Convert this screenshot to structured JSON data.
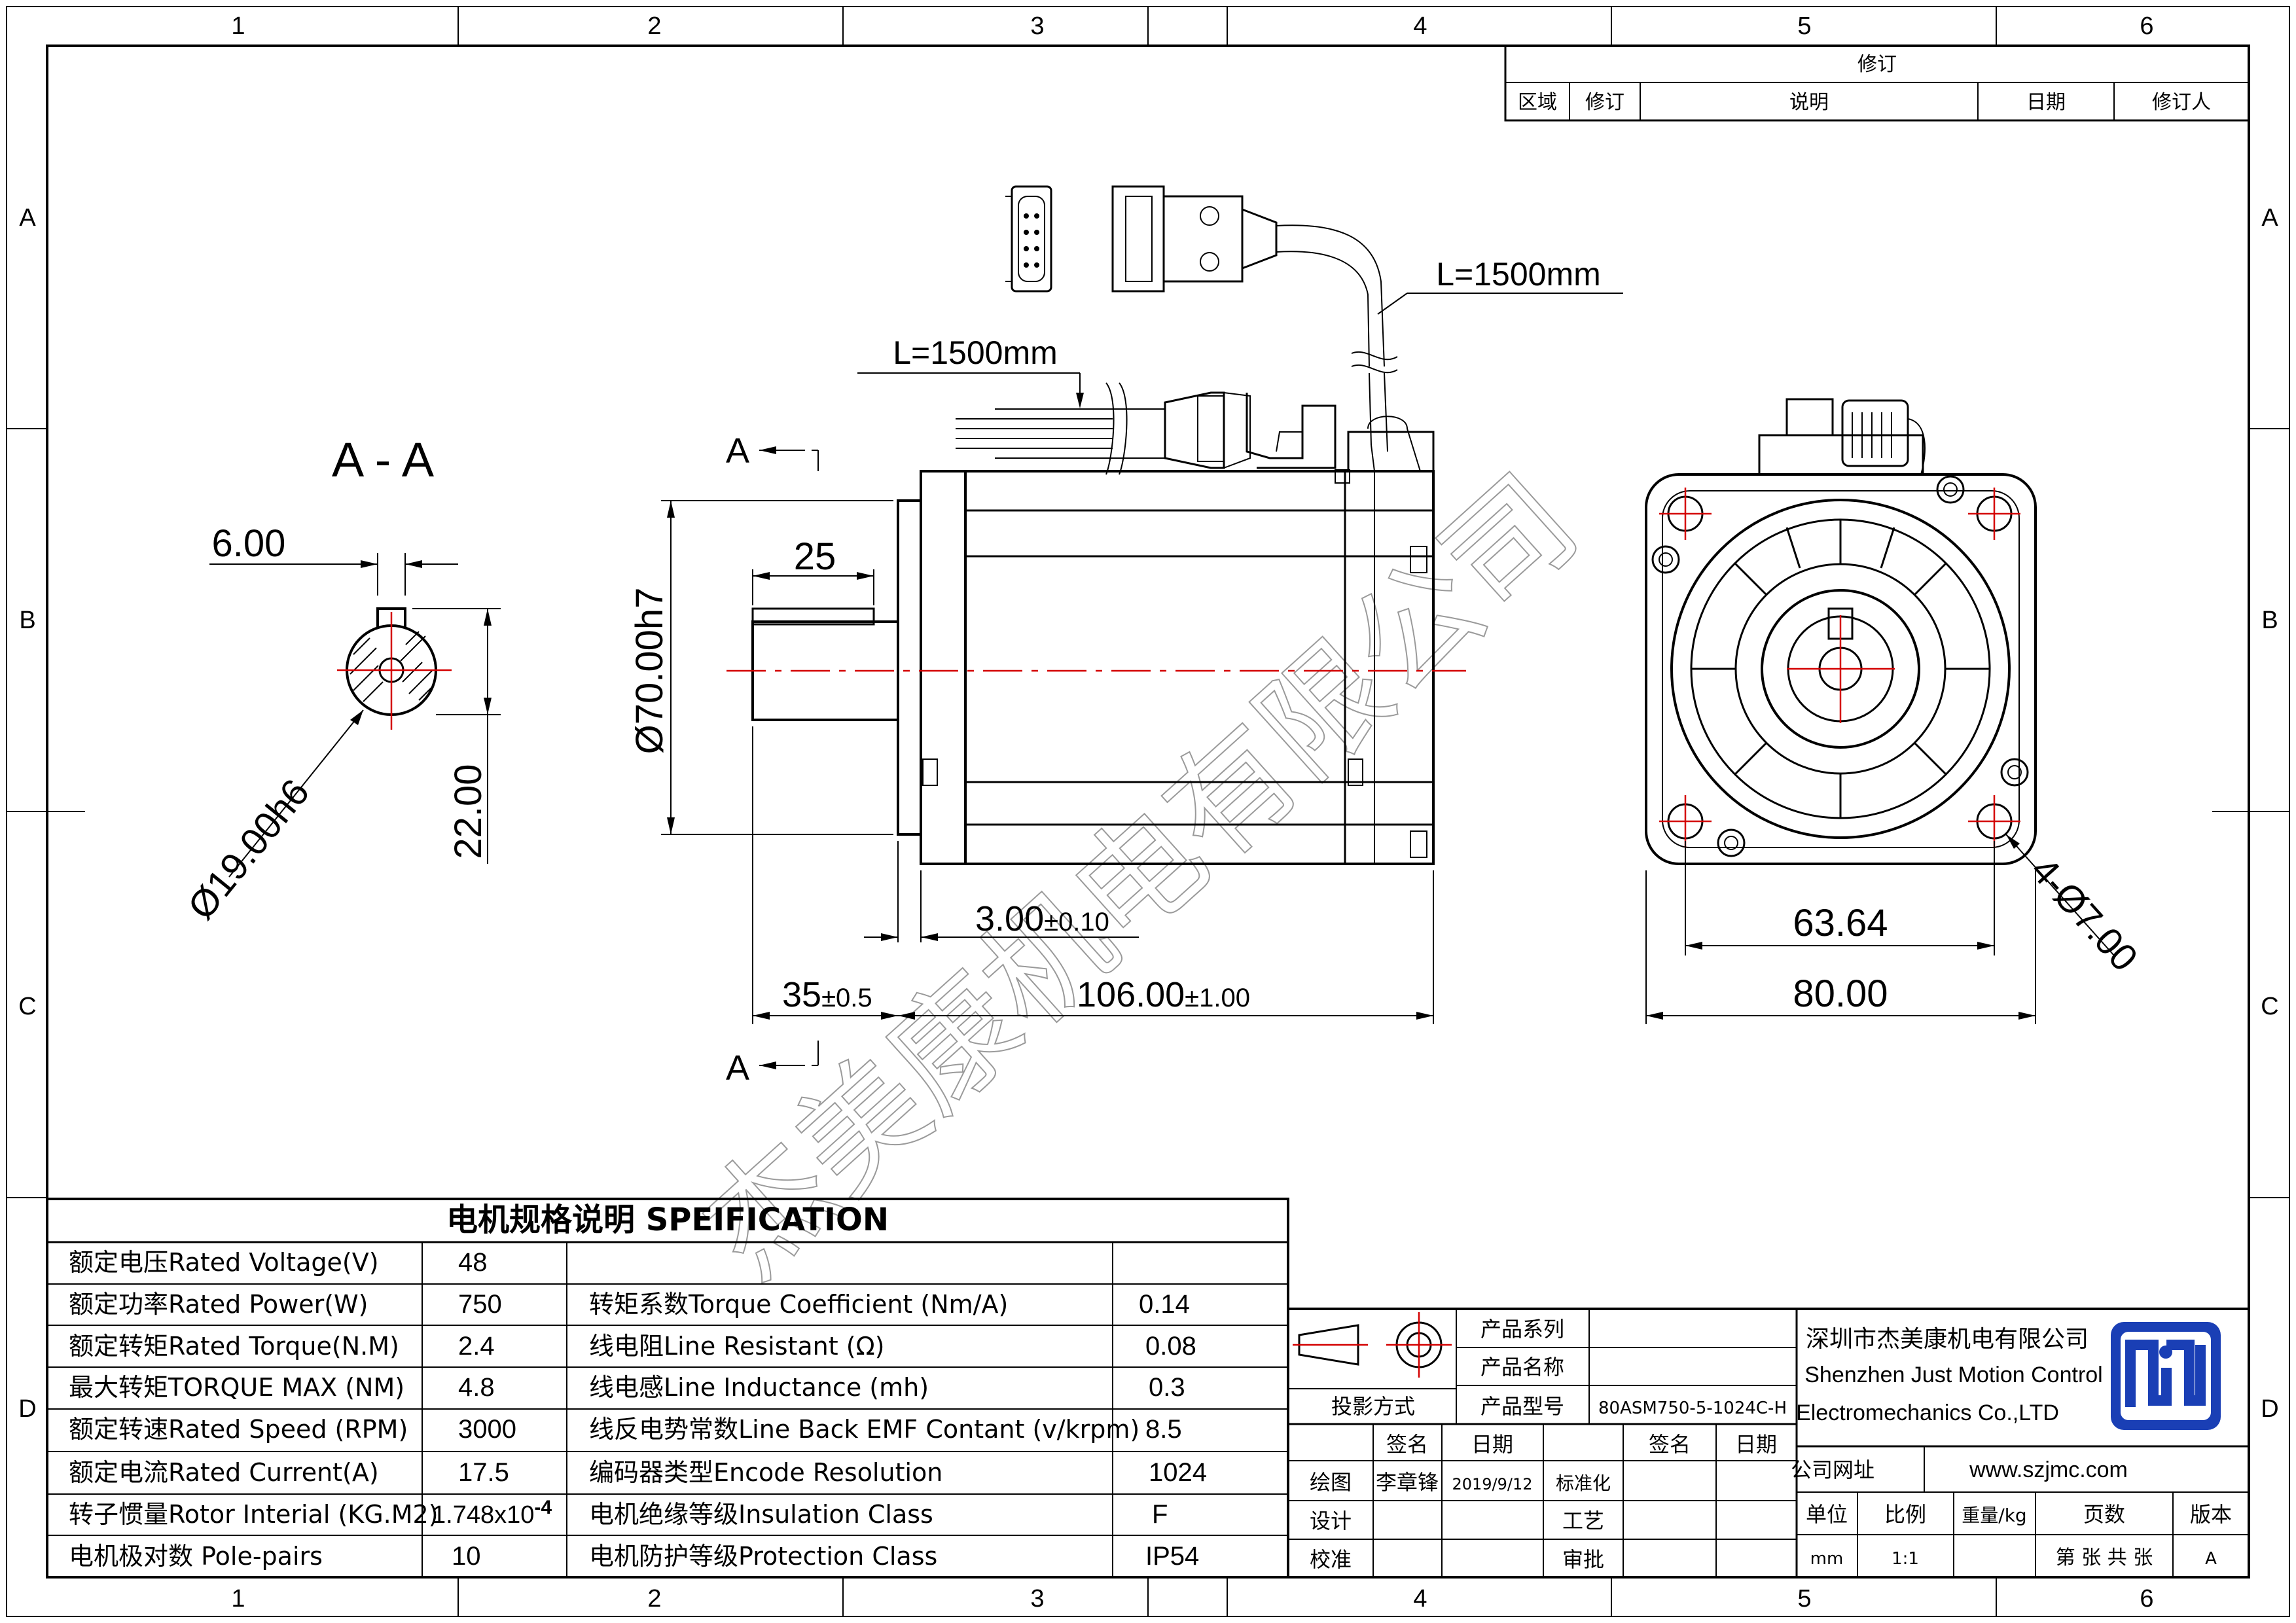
{
  "border": {
    "col_labels": [
      "1",
      "2",
      "3",
      "4",
      "5",
      "6"
    ],
    "row_labels": [
      "A",
      "B",
      "C",
      "D"
    ]
  },
  "revision": {
    "title": "修订",
    "headers": [
      "区域",
      "修订",
      "说明",
      "日期",
      "修订人"
    ]
  },
  "drawing": {
    "section_label": "A - A",
    "section_marker": "A",
    "dims": {
      "key_width": "6.00",
      "shaft_dia": "Ø19.00h6",
      "key_depth": "22.00",
      "key_length": "25",
      "pilot_dia": "Ø70.00h7",
      "cable_len_1": "L=1500mm",
      "cable_len_2": "L=1500mm",
      "flange_offset": "3.00",
      "flange_offset_tol": "±0.10",
      "shaft_len": "35",
      "shaft_len_tol": "±0.5",
      "body_len": "106.00",
      "body_len_tol": "±1.00",
      "pcd": "63.64",
      "flange_size": "80.00",
      "holes": "4-Ø7.00"
    }
  },
  "watermark": "杰美康机电有限公司",
  "spec": {
    "title": "电机规格说明 SPEIFICATION",
    "left_rows": [
      {
        "label": "额定电压Rated Voltage(V)",
        "value": "48"
      },
      {
        "label": "额定功率Rated Power(W)",
        "value": "750"
      },
      {
        "label": "额定转矩Rated Torque(N.M)",
        "value": "2.4"
      },
      {
        "label": "最大转矩TORQUE MAX (NM)",
        "value": "4.8"
      },
      {
        "label": "额定转速Rated Speed (RPM)",
        "value": "3000"
      },
      {
        "label": "额定电流Rated Current(A)",
        "value": "17.5"
      },
      {
        "label": "转子惯量Rotor Interial (KG.M2)",
        "value": "1.748x10",
        "sup": "-4"
      },
      {
        "label": "电机极对数 Pole-pairs",
        "value": "10"
      }
    ],
    "right_rows": [
      {
        "label": "",
        "value": ""
      },
      {
        "label": "转矩系数Torque Coefficient (Nm/A)",
        "value": "0.14"
      },
      {
        "label": "线电阻Line Resistant (Ω)",
        "value": "0.08"
      },
      {
        "label": "线电感Line Inductance (mh)",
        "value": "0.3"
      },
      {
        "label": "线反电势常数Line Back EMF Contant (v/krpm)",
        "value": "8.5"
      },
      {
        "label": "编码器类型Encode Resolution",
        "value": "1024"
      },
      {
        "label": "电机绝缘等级Insulation Class",
        "value": "F"
      },
      {
        "label": "电机防护等级Protection Class",
        "value": "IP54"
      }
    ]
  },
  "title_block": {
    "product_series_label": "产品系列",
    "product_name_label": "产品名称",
    "product_model_label": "产品型号",
    "product_model_value": "80ASM750-5-1024C-H",
    "projection_label": "投影方式",
    "sign_label": "签名",
    "date_label": "日期",
    "sign_label_2": "签名",
    "date_label_2": "日期",
    "draw_label": "绘图",
    "draw_name": "李章锋",
    "draw_date": "2019/9/12",
    "standard_label": "标准化",
    "design_label": "设计",
    "process_label": "工艺",
    "check_label": "校准",
    "approve_label": "审批",
    "company_cn": "深圳市杰美康机电有限公司",
    "company_en_1": "Shenzhen Just Motion Control",
    "company_en_2": "Electromechanics Co.,LTD",
    "website_label": "公司网址",
    "website": "www.szjmc.com",
    "unit_label": "单位",
    "scale_label": "比例",
    "weight_label": "重量/kg",
    "pages_label": "页数",
    "version_label": "版本",
    "unit_value": "mm",
    "scale_value": "1:1",
    "pages_value": "第 张 共 张",
    "version_value": "A",
    "logo_color": "#1a3fb5"
  }
}
